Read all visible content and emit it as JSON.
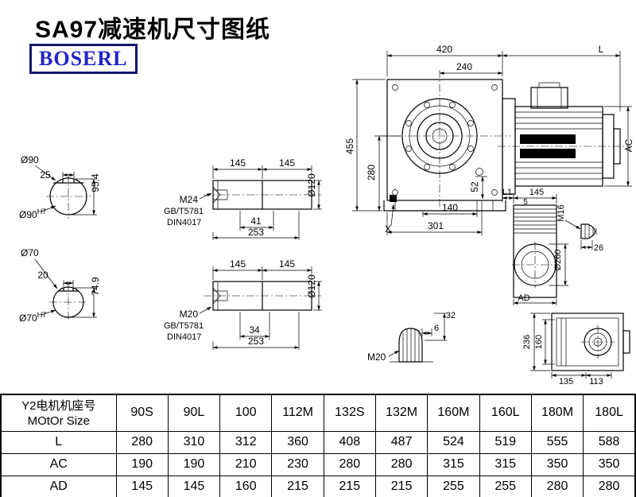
{
  "header": {
    "title": "SA97减速机尺寸图纸",
    "logo": "BOSERL"
  },
  "main_view": {
    "dim_420": "420",
    "dim_L": "L",
    "dim_240": "240",
    "dim_455": "455",
    "dim_280": "280",
    "dim_52": "52",
    "dim_AC": "AC",
    "dim_140": "140",
    "dim_301": "301",
    "label_X": "X"
  },
  "end_view_90": {
    "diameter": "Ø90",
    "key_width": "25",
    "key_height": "95.4",
    "fit": "Ø90",
    "fit_tol": "H7"
  },
  "end_view_70": {
    "diameter": "Ø70",
    "key_width": "20",
    "key_height": "74.9",
    "fit": "Ø70",
    "fit_tol": "H7"
  },
  "shaft_view_top": {
    "dim_145a": "145",
    "dim_145b": "145",
    "diameter": "Ø120",
    "thread": "M24",
    "standard1": "GB/T5781",
    "standard2": "DIN4017",
    "dim_41": "41",
    "dim_253": "253"
  },
  "shaft_view_bottom": {
    "dim_145a": "145",
    "dim_145b": "145",
    "diameter": "Ø120",
    "thread": "M20",
    "standard1": "GB/T5781",
    "standard2": "DIN4017",
    "dim_34": "34",
    "dim_253": "253"
  },
  "side_view": {
    "dim_L1": "L1",
    "dim_145": "145",
    "dim_5": "5",
    "thread": "M16",
    "dim_260": "Ø260",
    "dim_26": "26",
    "dim_AD": "AD"
  },
  "keyway_view": {
    "thread": "M20",
    "dim_6": "6",
    "dim_32": "32"
  },
  "rear_view": {
    "dim_236": "236",
    "dim_160": "160",
    "dim_135": "135",
    "dim_113": "113"
  },
  "table": {
    "header_cn": "Y2电机机座号",
    "header_en": "MOtOr Size",
    "motor_sizes": [
      "90S",
      "90L",
      "100",
      "112M",
      "132S",
      "132M",
      "160M",
      "160L",
      "180M",
      "180L"
    ],
    "rows": [
      {
        "label": "L",
        "values": [
          "280",
          "310",
          "312",
          "360",
          "408",
          "487",
          "524",
          "519",
          "555",
          "588"
        ]
      },
      {
        "label": "AC",
        "values": [
          "190",
          "190",
          "210",
          "230",
          "280",
          "280",
          "315",
          "315",
          "350",
          "350"
        ]
      },
      {
        "label": "AD",
        "values": [
          "145",
          "145",
          "160",
          "215",
          "215",
          "215",
          "255",
          "255",
          "280",
          "280"
        ]
      }
    ]
  }
}
